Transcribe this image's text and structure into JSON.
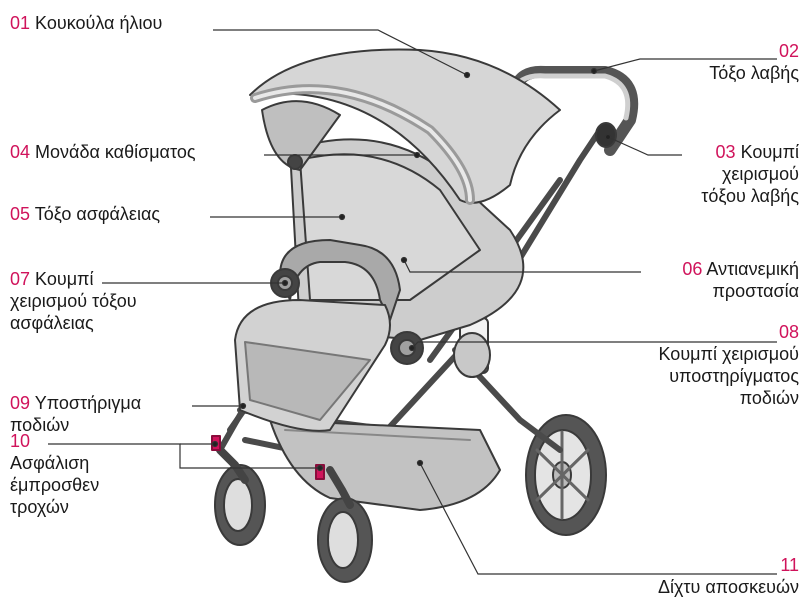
{
  "accent_color": "#d0135b",
  "callouts": {
    "c01": {
      "num": "01",
      "line1": "Κουκούλα ήλιου"
    },
    "c02": {
      "num": "02",
      "line1": "Τόξο λαβής"
    },
    "c03": {
      "num": "03",
      "line1": "Κουμπί",
      "line2": "χειρισμού",
      "line3": "τόξου λαβής"
    },
    "c04": {
      "num": "04",
      "line1": "Μονάδα καθίσματος"
    },
    "c05": {
      "num": "05",
      "line1": "Τόξο ασφάλειας"
    },
    "c06": {
      "num": "06",
      "line1": "Αντιανεμική",
      "line2": "προστασία"
    },
    "c07": {
      "num": "07",
      "line1": "Κουμπί",
      "line2": "χειρισμού τόξου",
      "line3": "ασφάλειας"
    },
    "c08": {
      "num": "08",
      "line1": "Κουμπί χειρισμού",
      "line2": "υποστηρίγματος",
      "line3": "ποδιών"
    },
    "c09": {
      "num": "09",
      "line1": "Υποστήριγμα",
      "line2": "ποδιών"
    },
    "c10": {
      "num": "10",
      "line1": "Ασφάλιση",
      "line2": "έμπροσθεν",
      "line3": "τροχών"
    },
    "c11": {
      "num": "11",
      "line1": "Δίχτυ αποσκευών"
    }
  }
}
